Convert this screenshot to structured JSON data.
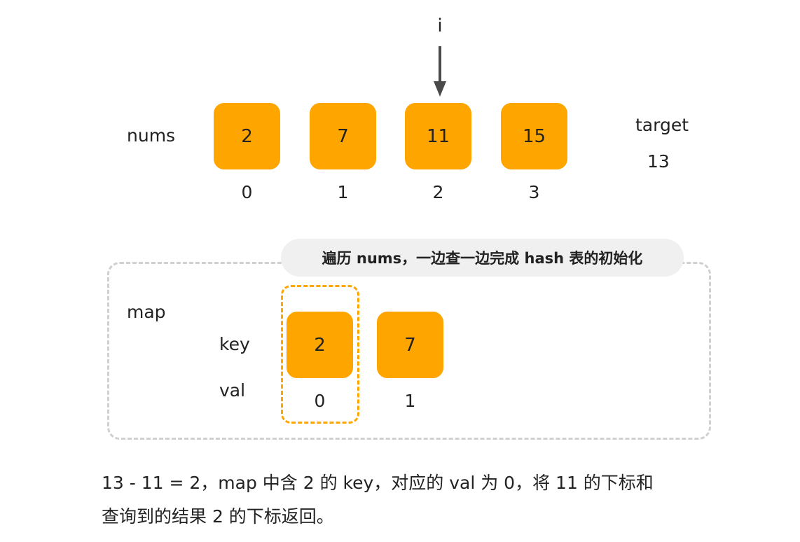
{
  "pointer": {
    "label": "i",
    "target_index": 2
  },
  "nums": {
    "label": "nums",
    "values": [
      "2",
      "7",
      "11",
      "15"
    ],
    "indices": [
      "0",
      "1",
      "2",
      "3"
    ]
  },
  "target": {
    "label": "target",
    "value": "13"
  },
  "caption": "遍历 nums，一边查一边完成 hash 表的初始化",
  "map": {
    "label": "map",
    "key_label": "key",
    "val_label": "val",
    "keys": [
      "2",
      "7"
    ],
    "vals": [
      "0",
      "1"
    ],
    "highlighted_entry": 0
  },
  "colors": {
    "box_fill": "#ffa500",
    "highlight_border": "#ffa500",
    "frame_border": "#d0d0d0",
    "pill_bg": "#f0f0f0",
    "arrow": "#4a4a4a"
  },
  "description": {
    "line1": "13 - 11 = 2，map 中含 2 的 key，对应的 val 为 0，将 11 的下标和",
    "line2": "查询到的结果 2 的下标返回。"
  }
}
